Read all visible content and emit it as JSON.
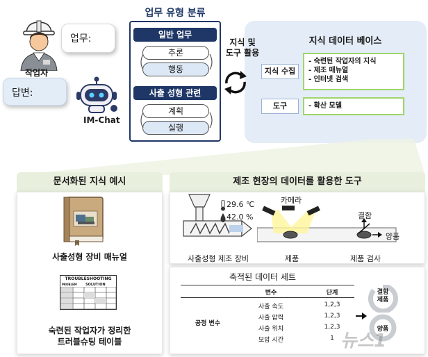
{
  "top": {
    "worker_bubble": "업무:",
    "answer_bubble": "답변:",
    "worker_label": "작업자",
    "bot_label": "IM-Chat",
    "classify_title": "업무 유형 분류",
    "general_task": "일반 업무",
    "general_items": [
      "추론",
      "행동"
    ],
    "injection_task": "사출 성형 관련",
    "injection_items": [
      "계획",
      "실행"
    ],
    "middle_label_1": "지식 및",
    "middle_label_2": "도구 활용",
    "kb_title": "지식 데이터 베이스",
    "knowledge_label": "지식 수집",
    "knowledge_items": [
      "- 숙련된 작업자의 지식",
      "- 제조 매뉴얼",
      "- 인터넷 검색"
    ],
    "tool_label": "도구",
    "tool_items": [
      "- 확산 모델"
    ]
  },
  "left_panel": {
    "title": "문서화된 지식 예시",
    "manual_caption": "사출성형 장비 매뉴얼",
    "ts_header": "TROUBLESHOOTING",
    "ts_col1": "PROBLEM",
    "ts_col2": "SOLUTION",
    "ts_caption_1": "숙련된 작업자가 정리한",
    "ts_caption_2": "트러블슈팅 테이블"
  },
  "right_panel": {
    "title": "제조 현장의 데이터를 활용한 도구",
    "temperature": "29.6 ℃",
    "humidity": "42.0 %",
    "camera_label": "카메라",
    "defect_label": "결함",
    "good_label": "양품",
    "product_label": "제품",
    "machine_caption": "사출성형 제조 장비",
    "inspection_caption": "제품 검사",
    "dataset_title": "축적된 데이터 세트",
    "table": {
      "col_var": "변수",
      "col_level": "단계",
      "group_label": "공정 변수",
      "rows": [
        {
          "name": "사출 속도",
          "level": "1,2,3"
        },
        {
          "name": "사출 압력",
          "level": "1,2,3"
        },
        {
          "name": "사출 위치",
          "level": "1,2,3"
        },
        {
          "name": "보압 시간",
          "level": "1"
        }
      ]
    },
    "defect_product_1": "결함",
    "defect_product_2": "제품",
    "good_product": "양품"
  },
  "watermark": "뉴스1",
  "colors": {
    "navy": "#1f3766",
    "light_blue": "#e4ecf7",
    "green_border": "#9fd56a",
    "section_green": "#e8efdd"
  }
}
